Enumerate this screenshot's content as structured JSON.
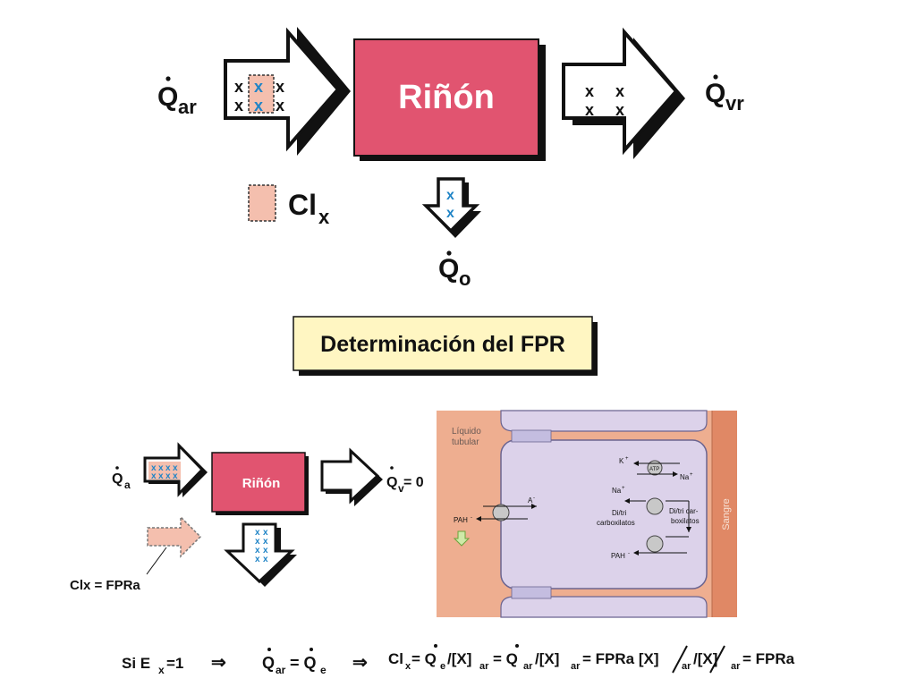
{
  "top": {
    "kidney_label": "Riñón",
    "q_in": {
      "base": "Q",
      "sub": "ar"
    },
    "q_out": {
      "base": "Q",
      "sub": "vr"
    },
    "q_urine": {
      "base": "Q",
      "sub": "o"
    },
    "clearance": {
      "base": "Cl",
      "sub": "x"
    },
    "marker": "x"
  },
  "title_box": "Determinación del FPR",
  "bottom": {
    "kidney_label": "Riñón",
    "q_in": {
      "base": "Q",
      "sub": "a"
    },
    "q_out": {
      "base": "Q",
      "sub": "v",
      "rest": " = 0"
    },
    "clx_label": "Clx = FPRa"
  },
  "cell": {
    "liquido": "Líquido",
    "tubular": "tubular",
    "sangre": "Sangre",
    "k": "K",
    "k_sup": "+",
    "atp": "ATP",
    "na_right": "Na",
    "na_right_sup": "+",
    "na_left": "Na",
    "na_left_sup": "+",
    "a_minus": "A",
    "a_minus_sup": "-",
    "pah_left": "PAH",
    "pah_left_sup": "-",
    "pah_bottom": "PAH",
    "pah_bottom_sup": "-",
    "ditri_1": "Di/tri",
    "carbox_1": "carboxilatos",
    "ditri_2": "Di/tri car-",
    "carbox_2": "boxilatos"
  },
  "equation": {
    "si": "Si E",
    "x": "x",
    "eq1": " =1",
    "arrow": "⇒",
    "q": "Q",
    "ar": "ar",
    "equals": "= Q",
    "e": "e",
    "cl": "Cl",
    "clsub": "x",
    "eq": "= Q",
    "esub": "e",
    "slash_x": "/[X]",
    "ar2": "ar",
    "eq_q": "= Q",
    "ar3": "ar",
    "slash_x2": " /[X]",
    "ar4": "ar",
    "fpra1": " = FPRa [X]",
    "ar5": "ar",
    "slash3": " /[X]",
    "ar6": "ar",
    "fpra2": " = FPRa"
  },
  "colors": {
    "kidney": "#e15470",
    "clearance_fill": "#f4bfae",
    "title_box": "#fff6c2",
    "blue_x": "#1f84c6",
    "cell_bg": "#eeae90",
    "cell_body": "#dcd2ea",
    "blood": "#e08865"
  }
}
